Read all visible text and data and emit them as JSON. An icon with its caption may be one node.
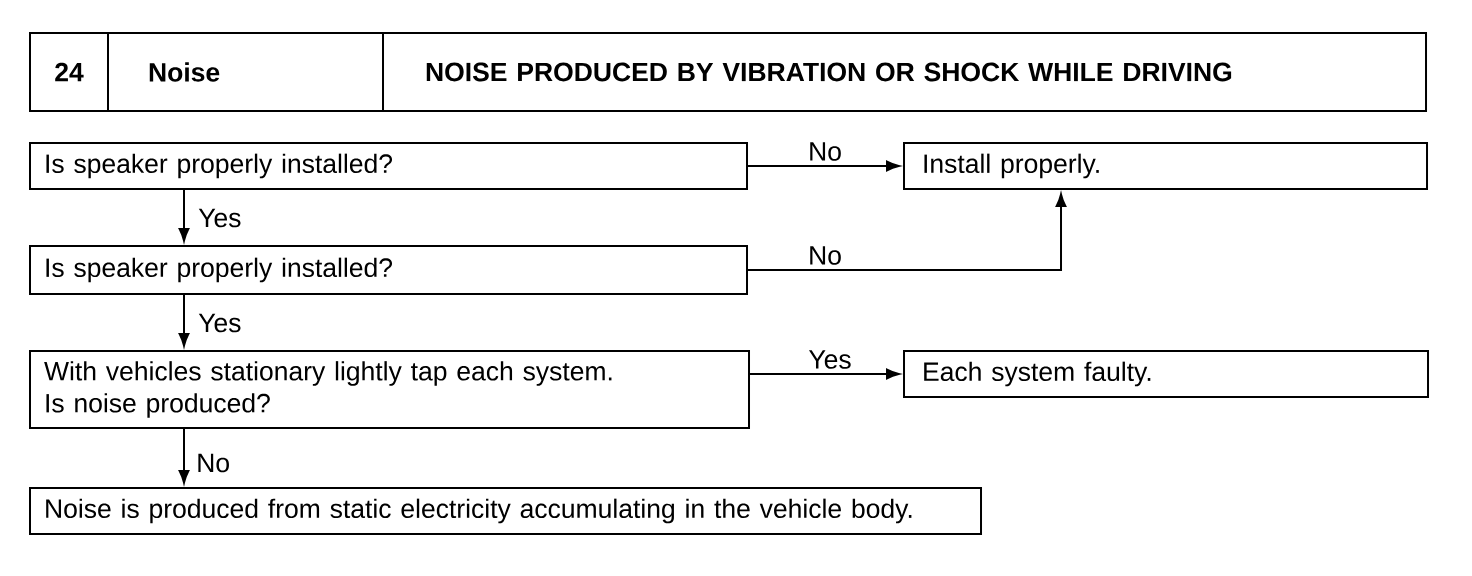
{
  "diagram": {
    "nodes": [
      {
        "text": [
          "24"
        ]
      },
      {
        "text": [
          "Noise"
        ]
      },
      {
        "text": [
          "NOISE PRODUCED BY VIBRATION OR SHOCK WHILE DRIVING"
        ]
      },
      {
        "text": [
          "Is speaker properly installed?"
        ]
      },
      {
        "text": [
          "Install properly."
        ]
      },
      {
        "text": [
          "Is speaker properly installed?"
        ]
      },
      {
        "text": [
          "With vehicles stationary lightly tap each system. Is noise produced?"
        ]
      },
      {
        "text": [
          "Each system faulty."
        ]
      },
      {
        "text": [
          "Noise is produced from static electricity accumulating in the vehicle body."
        ]
      }
    ],
    "edges": [
      {
        "from": 3,
        "to": 4,
        "arrow": "to",
        "label": "No"
      },
      {
        "from": 3,
        "to": 5,
        "arrow": "to",
        "label": "Yes"
      },
      {
        "from": 5,
        "to": 4,
        "arrow": "to",
        "label": "No"
      },
      {
        "from": 5,
        "to": 6,
        "arrow": "to",
        "label": "Yes"
      },
      {
        "from": 6,
        "to": 7,
        "arrow": "to",
        "label": "Yes"
      },
      {
        "from": 6,
        "to": 8,
        "arrow": "to",
        "label": "No"
      }
    ]
  }
}
